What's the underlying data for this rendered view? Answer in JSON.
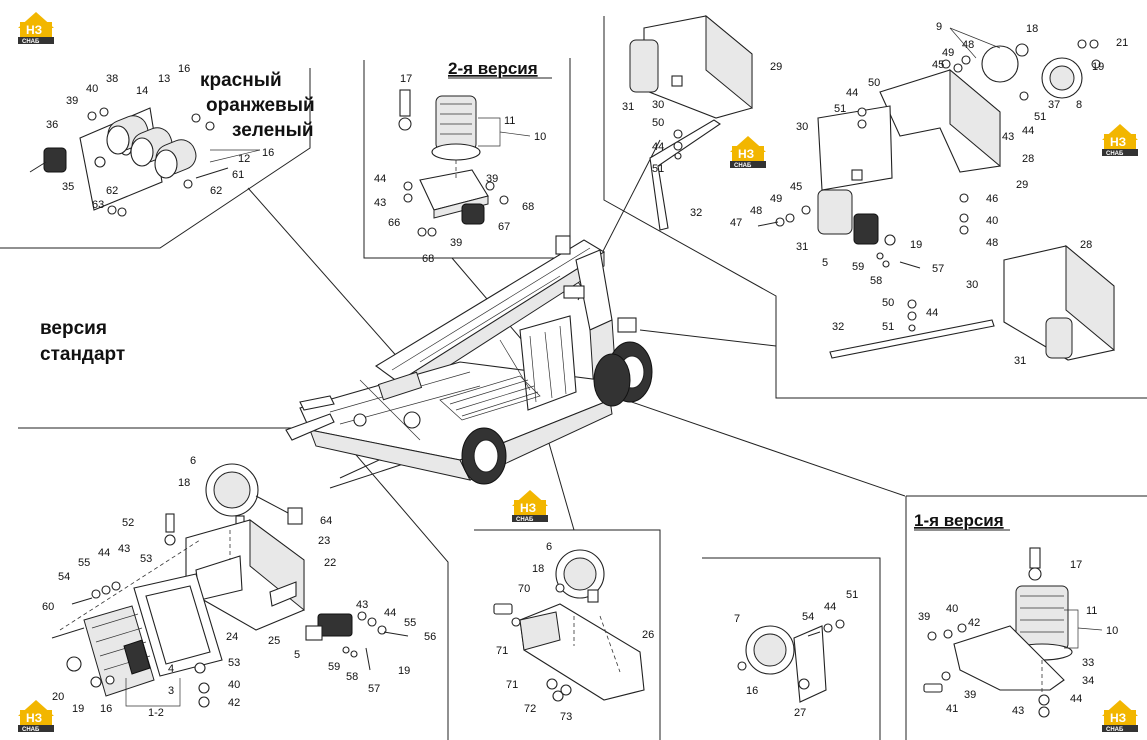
{
  "logo": {
    "main": "НЗ",
    "sub": "СНАБ"
  },
  "labels": {
    "red": "красный",
    "orange": "оранжевый",
    "green": "зеленый",
    "version_standard_1": "версия",
    "version_standard_2": "стандарт",
    "version_2": "2-я версия",
    "version_1": "1-я версия"
  },
  "parts": {
    "tl": [
      "36",
      "35",
      "39",
      "40",
      "38",
      "14",
      "13",
      "16",
      "12",
      "16",
      "62",
      "61",
      "62",
      "63"
    ],
    "tc": [
      "17",
      "11",
      "10",
      "44",
      "43",
      "39",
      "68",
      "66",
      "67",
      "39",
      "68"
    ],
    "tr_top": [
      "31",
      "30",
      "29",
      "50",
      "44",
      "51",
      "32"
    ],
    "tr_right": [
      "9",
      "49",
      "48",
      "45",
      "18",
      "21",
      "19",
      "44",
      "50",
      "51",
      "8",
      "37",
      "43",
      "51",
      "44",
      "30",
      "28",
      "29",
      "45",
      "49",
      "48",
      "47",
      "31",
      "5",
      "59",
      "58",
      "19",
      "57",
      "46",
      "40",
      "48"
    ],
    "right_mid": [
      "28",
      "30",
      "50",
      "44",
      "51",
      "32",
      "31"
    ],
    "bl": [
      "6",
      "18",
      "52",
      "64",
      "23",
      "22",
      "53",
      "55",
      "44",
      "43",
      "54",
      "60",
      "24",
      "25",
      "43",
      "44",
      "55",
      "56",
      "5",
      "59",
      "58",
      "57",
      "19",
      "53",
      "40",
      "42",
      "4",
      "3",
      "1-2",
      "20",
      "19",
      "16"
    ],
    "bc": [
      "6",
      "18",
      "70",
      "26",
      "71",
      "71",
      "72",
      "73"
    ],
    "bc2": [
      "7",
      "54",
      "44",
      "51",
      "16",
      "27"
    ],
    "br": [
      "17",
      "39",
      "40",
      "42",
      "11",
      "10",
      "33",
      "34",
      "39",
      "41",
      "43",
      "44"
    ]
  }
}
